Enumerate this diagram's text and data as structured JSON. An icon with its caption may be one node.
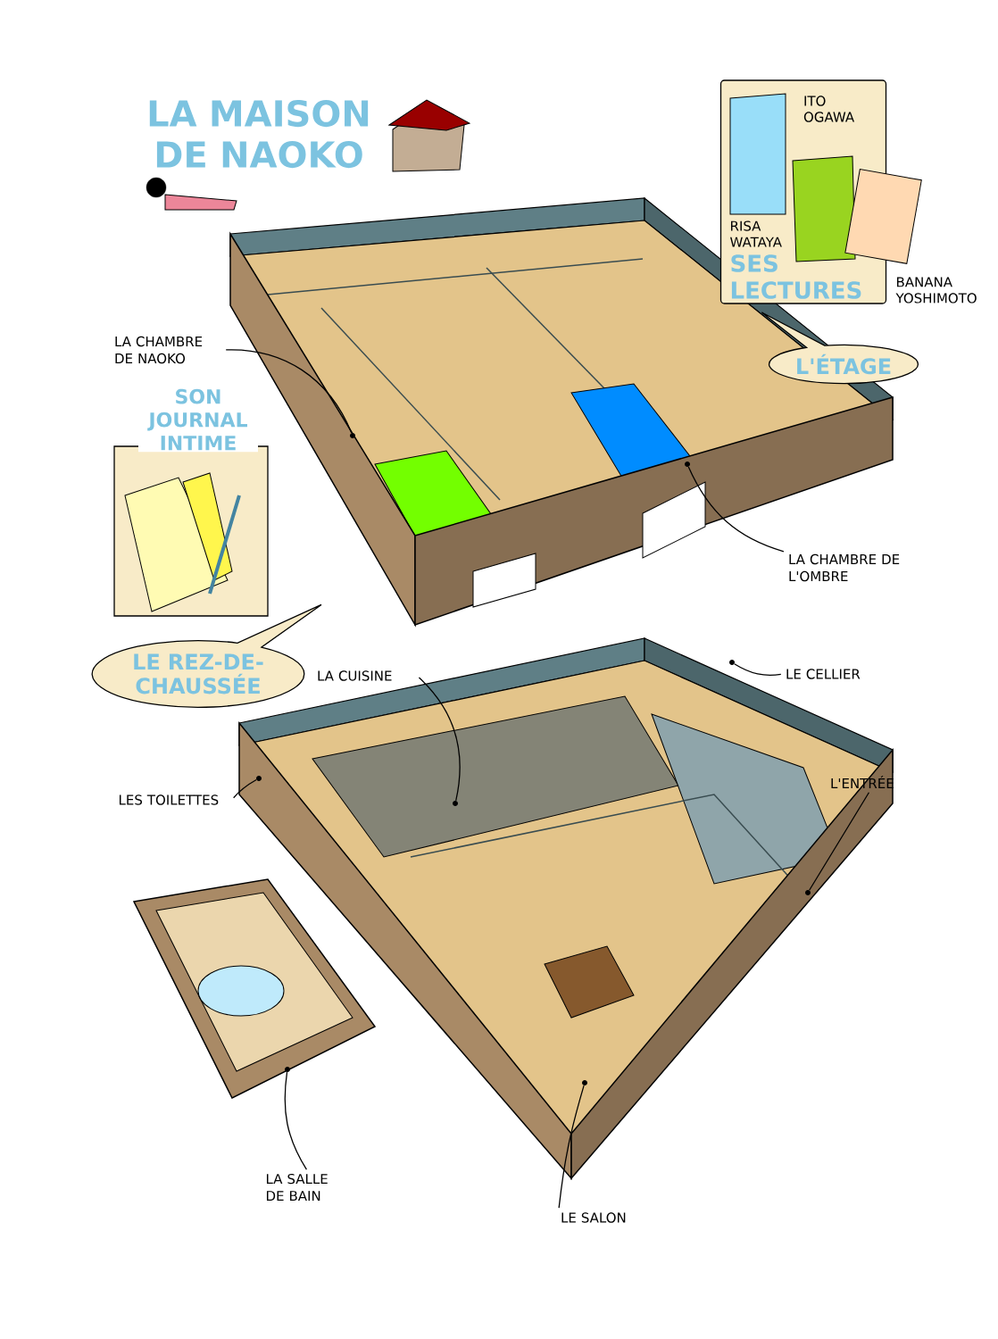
{
  "diagram": {
    "title": "LA MAISON DE NAOKO",
    "nodes": [
      {
        "text": [
          "ITO OGAWA",
          "RISA WATAYA",
          "SES LECTURES",
          "BANANA YOSHIMOTO"
        ]
      },
      {
        "text": [
          "LA CHAMBRE DE NAOKO"
        ]
      },
      {
        "text": [
          "L'ÉTAGE"
        ]
      },
      {
        "text": [
          "SON JOURNAL INTIME"
        ]
      },
      {
        "text": [
          "LA CHAMBRE DE L'OMBRE"
        ]
      },
      {
        "text": [
          "LE REZ-DE-CHAUSSÉE"
        ]
      },
      {
        "text": [
          "LA CUISINE"
        ]
      },
      {
        "text": [
          "LE CELLIER"
        ]
      },
      {
        "text": [
          "LES TOILETTES"
        ]
      },
      {
        "text": [
          "L'ENTRÉE"
        ]
      },
      {
        "text": [
          "LA SALLE DE BAIN"
        ]
      },
      {
        "text": [
          "LE SALON"
        ]
      },
      {
        "text": [],
        "shape": "circle"
      },
      {
        "text": [],
        "shape": "circle"
      },
      {
        "text": [],
        "shape": "circle"
      },
      {
        "text": [],
        "shape": "circle"
      },
      {
        "text": [],
        "shape": "circle"
      },
      {
        "text": [],
        "shape": "circle"
      },
      {
        "text": [],
        "shape": "circle"
      },
      {
        "text": [],
        "shape": "circle"
      }
    ],
    "edges": [
      {
        "from": 1,
        "to": 12,
        "arrow": "none"
      },
      {
        "from": 4,
        "to": 13,
        "arrow": "none"
      },
      {
        "from": 6,
        "to": 14,
        "arrow": "none"
      },
      {
        "from": 7,
        "to": 15,
        "arrow": "none"
      },
      {
        "from": 8,
        "to": 16,
        "arrow": "none"
      },
      {
        "from": 9,
        "to": 17,
        "arrow": "none"
      },
      {
        "from": 10,
        "to": 18,
        "arrow": "none"
      },
      {
        "from": 11,
        "to": 19,
        "arrow": "none"
      }
    ]
  }
}
